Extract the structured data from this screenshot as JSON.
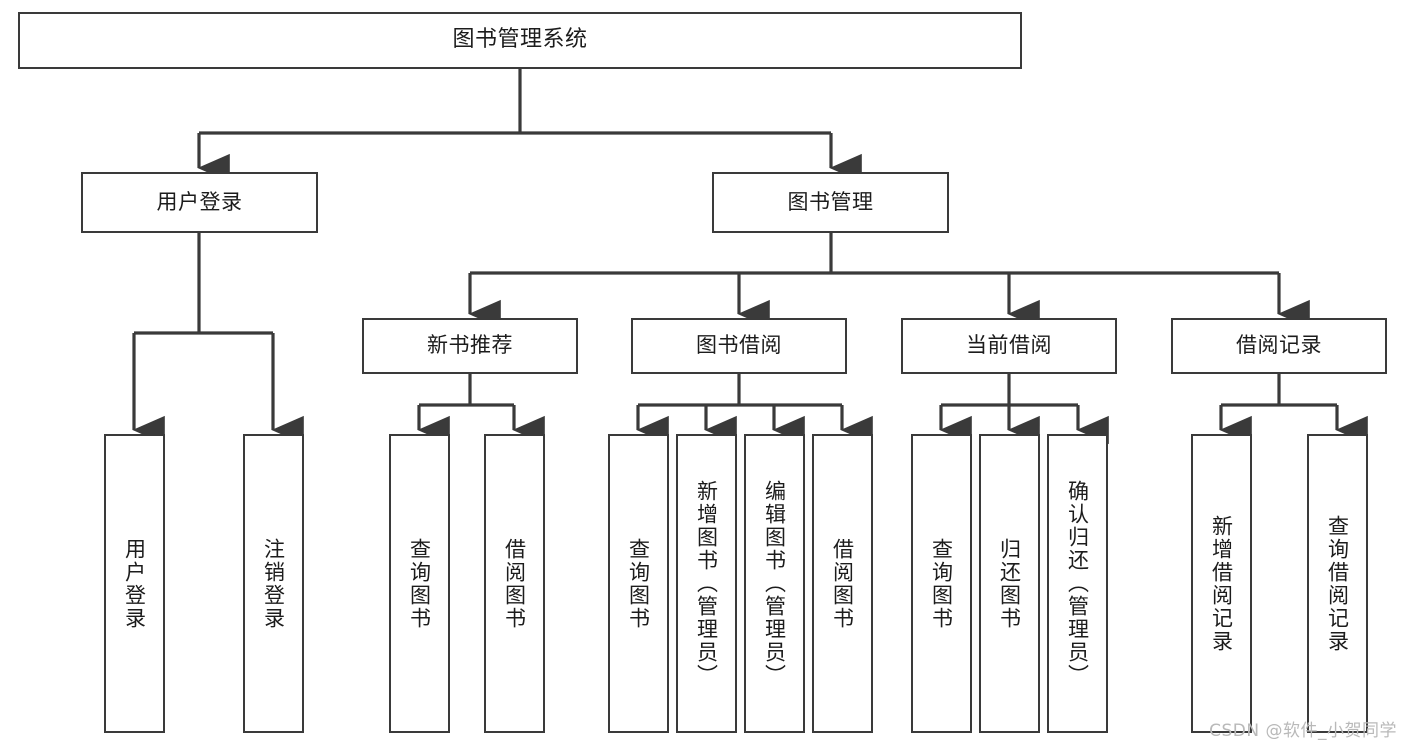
{
  "diagram": {
    "title": "图书管理系统",
    "type": "tree-hierarchy",
    "style": {
      "box_stroke": "#3a3a3a",
      "box_fill": "#ffffff",
      "edge_stroke": "#3a3a3a",
      "text_color": "#1c1c1c",
      "background": "#ffffff",
      "watermark_color": "#b9b9b9"
    }
  },
  "nodes": {
    "root": {
      "label": "图书管理系统"
    },
    "level2": [
      {
        "label": "用户登录"
      },
      {
        "label": "图书管理"
      }
    ],
    "level3": [
      {
        "label": "新书推荐"
      },
      {
        "label": "图书借阅"
      },
      {
        "label": "当前借阅"
      },
      {
        "label": "借阅记录"
      }
    ],
    "leaves": {
      "user_login": [
        {
          "label": "用户登录"
        },
        {
          "label": "注销登录"
        }
      ],
      "new_book": [
        {
          "label": "查询图书"
        },
        {
          "label": "借阅图书"
        }
      ],
      "book_borrow": [
        {
          "label": "查询图书"
        },
        {
          "label": "新增图书（管理员）"
        },
        {
          "label": "编辑图书（管理员）"
        },
        {
          "label": "借阅图书"
        }
      ],
      "current_borrow": [
        {
          "label": "查询图书"
        },
        {
          "label": "归还图书"
        },
        {
          "label": "确认归还（管理员）"
        }
      ],
      "borrow_record": [
        {
          "label": "新增借阅记录"
        },
        {
          "label": "查询借阅记录"
        }
      ]
    }
  },
  "watermark": {
    "text": "CSDN @软件_小贺同学"
  }
}
